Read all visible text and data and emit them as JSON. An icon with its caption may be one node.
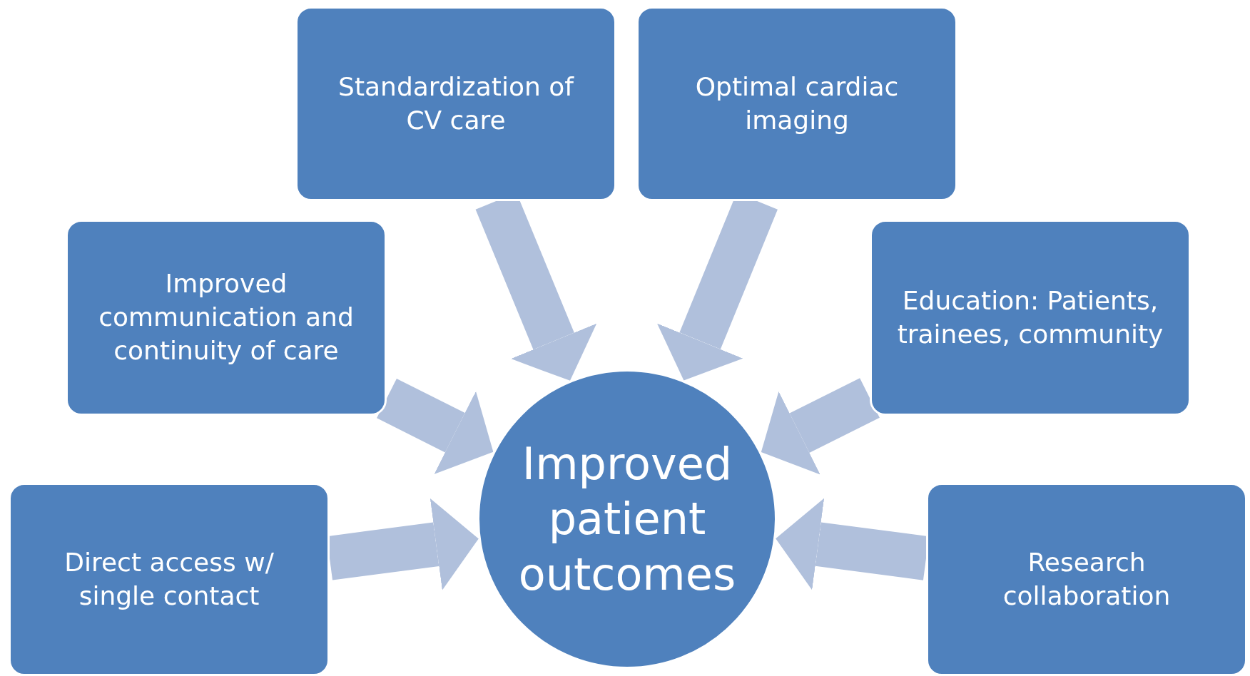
{
  "diagram": {
    "nodes": [
      {
        "text": [
          "Standardization of CV care"
        ]
      },
      {
        "text": [
          "Optimal cardiac imaging"
        ]
      },
      {
        "text": [
          "Improved communication and continuity of care"
        ]
      },
      {
        "text": [
          "Education: Patients, trainees, community"
        ]
      },
      {
        "text": [
          "Direct access w/ single contact"
        ]
      },
      {
        "text": [
          "Research collaboration"
        ]
      },
      {
        "text": [
          "Improved patient outcomes"
        ]
      }
    ],
    "edges": [
      {
        "from": 0,
        "to": 6,
        "arrow": "to"
      },
      {
        "from": 1,
        "to": 6,
        "arrow": "to"
      },
      {
        "from": 2,
        "to": 6,
        "arrow": "to"
      },
      {
        "from": 3,
        "to": 6,
        "arrow": "to"
      },
      {
        "from": 4,
        "to": 6,
        "arrow": "to"
      },
      {
        "from": 5,
        "to": 6,
        "arrow": "to"
      }
    ]
  }
}
